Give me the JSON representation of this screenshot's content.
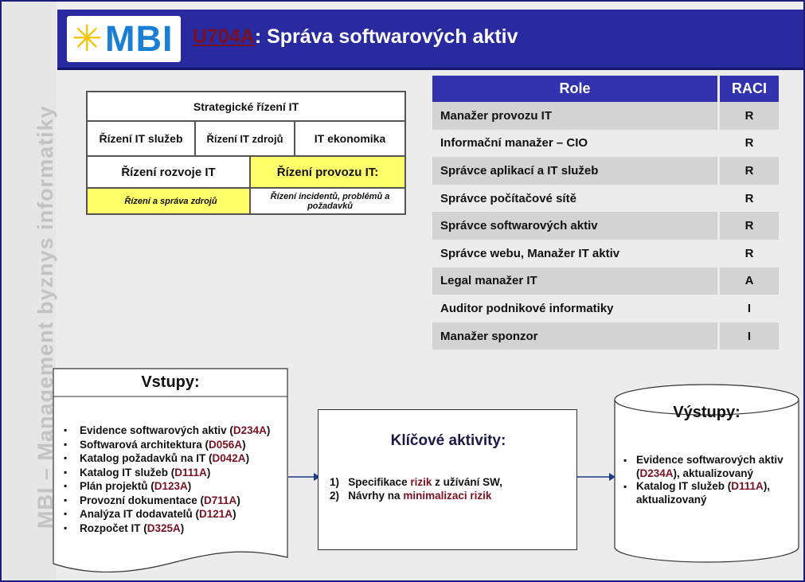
{
  "sidebar": {
    "text": "MBI – Management byznys informatiky"
  },
  "header": {
    "logo_text": "MBI",
    "title_code": "U704A",
    "title_rest": ": Správa softwarových aktiv"
  },
  "org_chart": {
    "strategic": "Strategické řízení IT",
    "services": "Řízení IT služeb",
    "resources": "Řízení IT zdrojů",
    "economics": "IT ekonomika",
    "development": "Řízení rozvoje IT",
    "operations": "Řízení provozu IT:",
    "resource_mgmt": "Řízení a správa zdrojů",
    "incidents": "Řízení incidentů, problémů a požadavků"
  },
  "raci": {
    "header_role": "Role",
    "header_raci": "RACI",
    "rows": [
      {
        "role": "Manažer provozu IT",
        "value": "R"
      },
      {
        "role": "Informační manažer – CIO",
        "value": "R"
      },
      {
        "role": "Správce aplikací a IT služeb",
        "value": "R"
      },
      {
        "role": "Správce počítačové sítě",
        "value": "R"
      },
      {
        "role": "Správce softwarových aktiv",
        "value": "R"
      },
      {
        "role": "Správce webu, Manažer IT aktiv",
        "value": "R"
      },
      {
        "role": "Legal manažer IT",
        "value": "A"
      },
      {
        "role": "Auditor podnikové informatiky",
        "value": "I"
      },
      {
        "role": "Manažer sponzor",
        "value": "I"
      }
    ]
  },
  "inputs": {
    "title": "Vstupy:",
    "items": [
      {
        "text": "Evidence softwarových aktiv (",
        "code": "D234A",
        "end": ")"
      },
      {
        "text": "Softwarová architektura (",
        "code": "D056A",
        "end": ")"
      },
      {
        "text": "Katalog požadavků na IT (",
        "code": "D042A",
        "end": ")"
      },
      {
        "text": "Katalog IT služeb (",
        "code": "D111A",
        "end": ")"
      },
      {
        "text": "Plán projektů (",
        "code": "D123A",
        "end": ")"
      },
      {
        "text": "Provozní dokumentace (",
        "code": "D711A",
        "end": ")"
      },
      {
        "text": "Analýza IT dodavatelů (",
        "code": "D121A",
        "end": ")"
      },
      {
        "text": "Rozpočet IT (",
        "code": "D325A",
        "end": ")"
      }
    ]
  },
  "activities": {
    "title": "Klíčové aktivity:",
    "item1_num": "1)",
    "item1_a": "Specifikace ",
    "item1_hl": "rizik",
    "item1_b": " z užívání SW,",
    "item2_num": "2)",
    "item2_a": "Návrhy na ",
    "item2_hl": "minimalizaci rizik"
  },
  "outputs": {
    "title": "Výstupy:",
    "item1_a": "Evidence softwarových aktiv (",
    "item1_code": "D234A",
    "item1_b": "), aktualizovaný",
    "item2_a": "Katalog IT služeb (",
    "item2_code": "D111A",
    "item2_b": "), aktualizovaný"
  },
  "colors": {
    "header_bg": "#2a2aa0",
    "raci_header": "#3333b0",
    "highlight_yellow": "#ffff6a",
    "code_red": "#7a1020"
  }
}
